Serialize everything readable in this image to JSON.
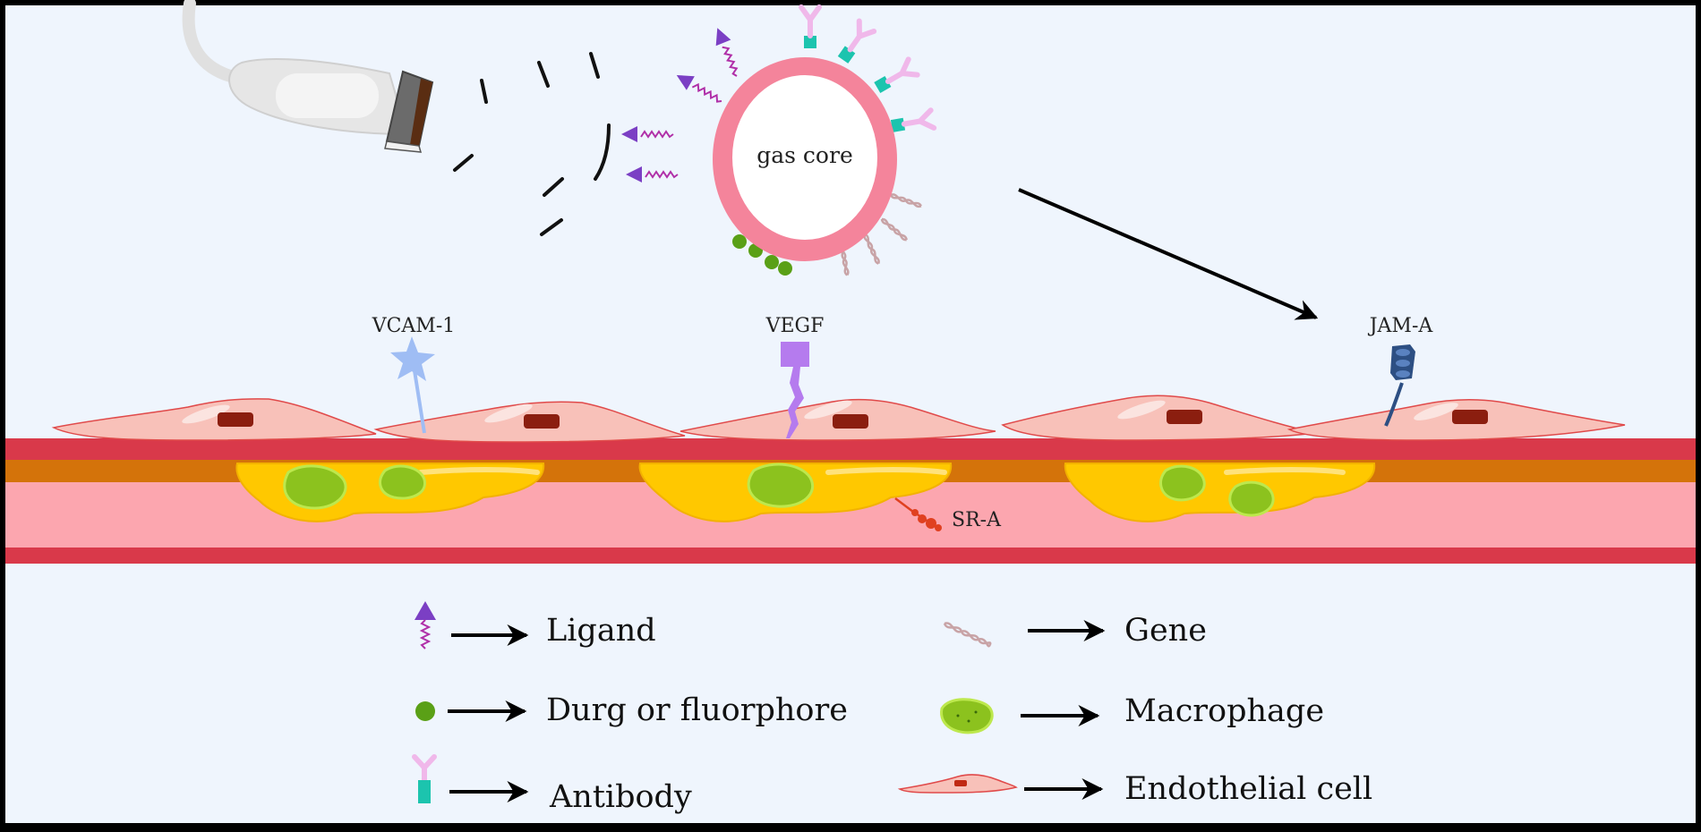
{
  "microbubble": {
    "core_label": "gas core"
  },
  "receptors": {
    "vcam": "VCAM-1",
    "vegf": "VEGF",
    "jam": "JAM-A",
    "sra": "SR-A"
  },
  "legend": {
    "ligand": "Ligand",
    "drug": "Durg or fluorphore",
    "antibody": "Antibody",
    "gene": "Gene",
    "macrophage": "Macrophage",
    "endothelial": "Endothelial cell"
  },
  "colors": {
    "background": "#eff5fd",
    "frame": "#000000",
    "shell": "#f4849b",
    "vessel_wall": "#d9394a",
    "vessel_media": "#d4730a",
    "vessel_lumen": "#fca6af",
    "plaque": "#ffc800",
    "macrophage": "#8cc21e",
    "endothelial": "#f8c1b9",
    "ligand": "#7b3fc4",
    "drug": "#5aa016",
    "antibody_arm": "#f0b8ea",
    "antibody_stem": "#1cc4ae",
    "gene": "#c8a3a6",
    "vcam": "#9fbdf4",
    "vegf": "#b57bee",
    "jam": "#2d4f83",
    "sra": "#e04020"
  }
}
